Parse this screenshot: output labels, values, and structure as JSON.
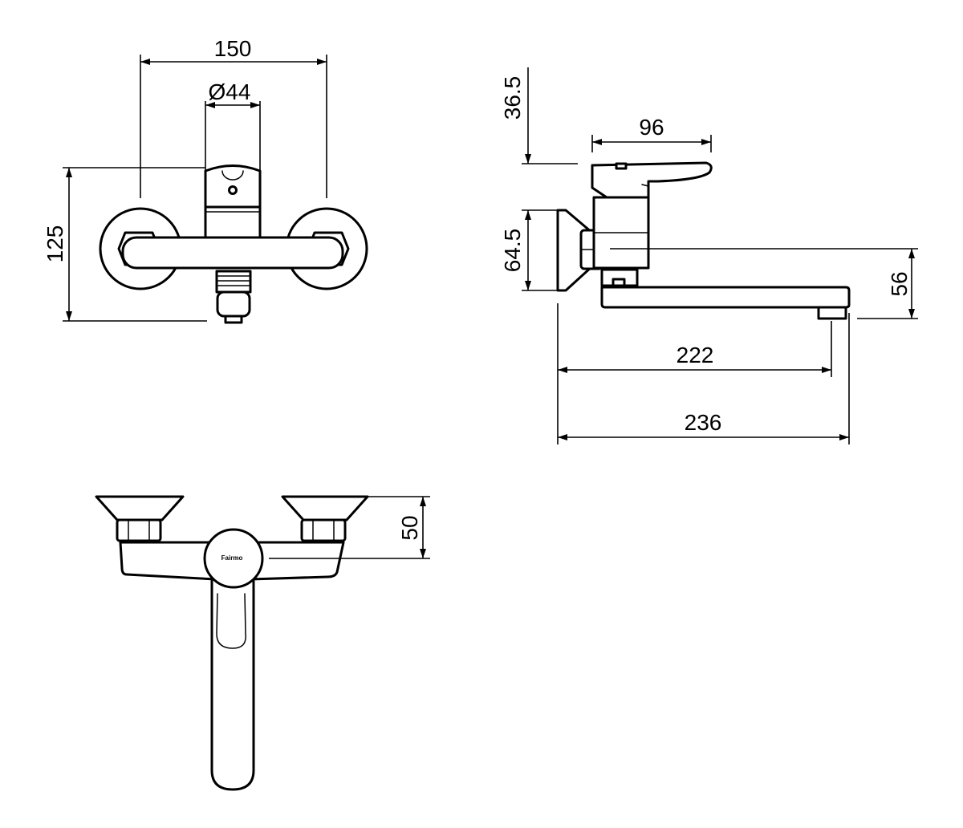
{
  "dimensions": {
    "front_width": "150",
    "front_diameter": "Ø44",
    "front_height": "125",
    "side_top": "36.5",
    "side_handle": "96",
    "side_body": "64.5",
    "side_spout_height": "56",
    "side_reach_spout": "222",
    "side_total_length": "236",
    "top_depth": "50"
  },
  "brand_mark": "Fairmo"
}
